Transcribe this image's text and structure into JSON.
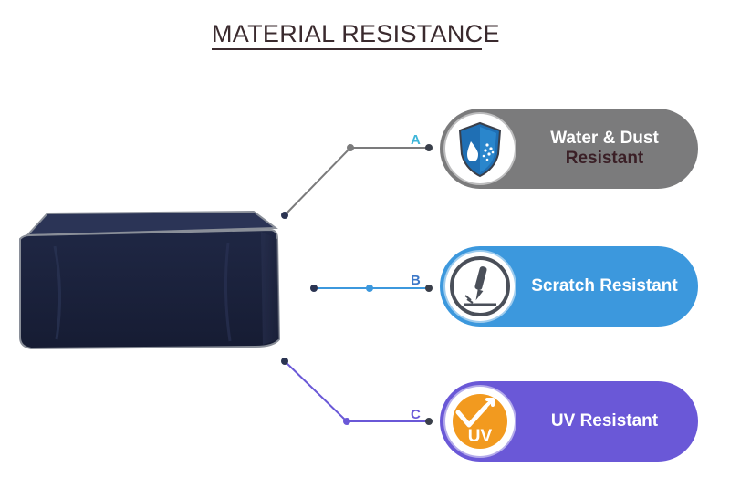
{
  "title": "MATERIAL RESISTANCE",
  "colors": {
    "pill_a": "#7b7b7c",
    "pill_b": "#3c98dd",
    "pill_c": "#6a58d7",
    "connector_a": "#7b7b7c",
    "connector_b": "#3c98dd",
    "connector_c": "#6a58d7",
    "letter_a": "#3fb6d9",
    "letter_b": "#3c78c8",
    "letter_c": "#6a58d7",
    "cover": "#1d2440",
    "cover_trim": "#8a8f99"
  },
  "features": [
    {
      "letter": "A",
      "line1": "Water & Dust",
      "line2": "Resistant",
      "icon": "water-shield-icon"
    },
    {
      "letter": "B",
      "line1": "Scratch Resistant",
      "icon": "scratch-stylus-icon"
    },
    {
      "letter": "C",
      "line1": "UV Resistant",
      "badge_text": "UV",
      "icon": "uv-sun-icon"
    }
  ]
}
